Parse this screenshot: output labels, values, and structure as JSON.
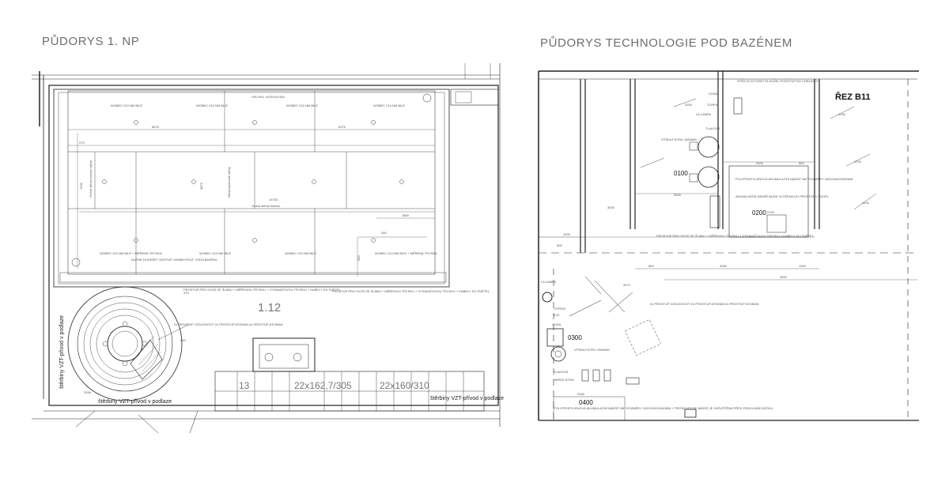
{
  "headings": {
    "left": "PŮDORYS 1. NP",
    "right": "PŮDORYS TECHNOLOGIE POD BAZÉNEM"
  },
  "floor_plan": {
    "room_number": "1.12",
    "dimensions": {
      "d1": "6675",
      "d2": "6375",
      "d3": "275",
      "d4": "13700",
      "d5": "1800",
      "d6": "7200",
      "d7": "2208",
      "d8": "375",
      "d9": "283",
      "d10": "600",
      "d11": "300",
      "d12": "3875"
    },
    "labels": {
      "ceiling": "VRCHOL VOSOVOJ0A",
      "pool_top": "Vrchol stěna bazénu",
      "pool_side": "Vrchol stěna bazénu výtah",
      "pool_wall": "Okraj bazénové stěny",
      "spot_a": "WOBEC 210 NM BILÉ",
      "spot_b": "WOBEC 210 NM BILÉ + MĚŘENÁ TRYSKA",
      "note_lower": "NUTNÉ DODRŽET ODSTUP 100MM KRUŽ. VODA BAZÉNU",
      "note_center": "PROSTUP PRO SVOD ZE ŽLABU + MĚŘENOU TRYSKU + VYSAVAČOVOU TRYSKU + KABELY DO SVĚTEL",
      "note_right": "PROSTUP PRO SVOD ZE ŽLABU + MĚŘENOU TRYSKU + VYSAVAČOVOU TRYSKU + KABELY DO SVĚTEL",
      "note_whirl": "2x PROSTUP VZDUCHOVÝ 2x PROSTUP ATOMAN 6x PROSTUP ATOMAN"
    },
    "hand_labels": {
      "vzt_vertical": "štěrbiny VZT-přívod v podlaze",
      "vzt_bottom": "štěrbiny VZT-přívod v podlaze",
      "vzt_right": "štěrbiny VZT-přívod v podlaze",
      "stair_a": "13",
      "stair_b": "22x162,7/305",
      "stair_c": "22x160/310"
    }
  },
  "tech_plan": {
    "section_label": "ŘEZ B11",
    "codes": {
      "c0100": "0100",
      "c0200": "0200",
      "c0300": "0300",
      "c0400": "0400"
    },
    "labels": {
      "tank_note": "STŘA SV.A POSKYTA KUŽEL PODSTUP DO CHRUDÍČE",
      "filter_note": "VÝŠKA FILTRU 1560MM",
      "pump_note": "POLYPROPYLENOVÁ AKUMULAČNÍ NÁDRŽ 3M³ ROZMĚRY 2000/2000/2000MM",
      "pump_note2": "AKUMULAČNÍ NÁDRŽ BUDE VLOŽENA DO PROSTORU ZDOPL",
      "prostup_1": "PROSTUP PRO SVOD ZE ŽLABU + MĚŘENOU TRYSKU + VYSAVAČOVOU TRYSKU + KABELY DO SVĚTEL",
      "prostup_2": "2x PROSTUP VZDUCHOVÝ 2x PROSTUP ATOMAN 6x PROSTUP ATOMAN",
      "bottom_note": "POLYPROPYLENOVÁ AKUMULAČNÍ NÁDRŽ 3M³ ROZMĚRY 1200/1200/1000MM + PROSKUSTOR NÁDRŽ JE ZAPUŠTĚNA PŘES PODKLADNÍ DESKU",
      "side_note": "VÝŠKA FILTRU 1560MM",
      "v_voda": "VODA",
      "v_topeni": "TOPENÍ",
      "v_lampa": "LA LAMPA",
      "v_tlakova": "TLAKOVÁ",
      "v_lampa2": "LA LAMPA",
      "v_topeni2": "TOPENÍ",
      "v_ele": "ELE",
      "v_voda2": "VODA",
      "v_tlakova2": "TLAKOVÁ",
      "v_nerez": "NEREZ ATOM"
    },
    "dimensions": {
      "t1": "2000",
      "t2": "550",
      "t3": "3000",
      "t4": "3000",
      "t5": "2100",
      "t6": "1020",
      "t7": "500",
      "t8": "4250",
      "t9": "1900",
      "t10": "2500",
      "t11": "800",
      "t12": "2000",
      "t13": "4200",
      "t14": "4150",
      "t15": "4700",
      "t16": "4470",
      "t17": "4100"
    }
  }
}
